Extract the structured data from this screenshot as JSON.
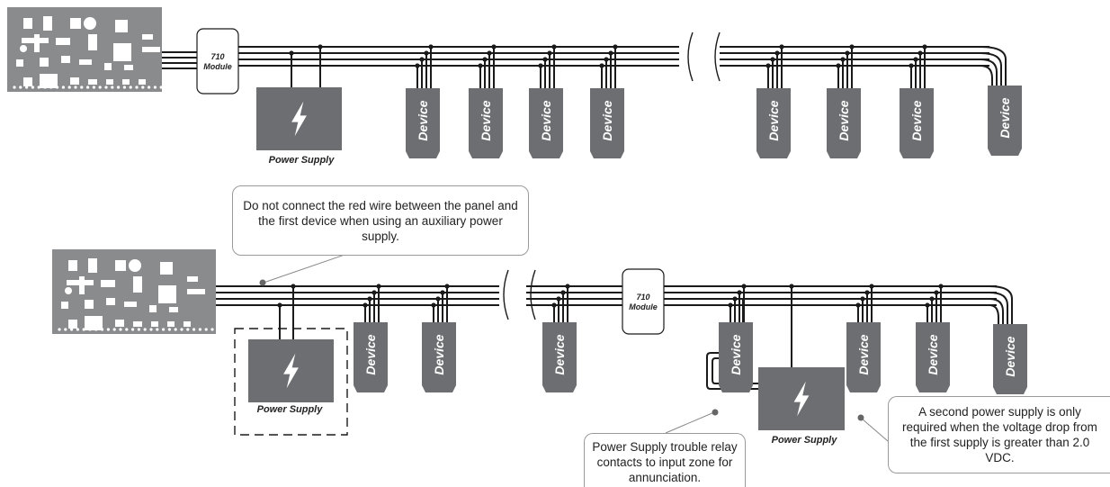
{
  "labels": {
    "module": [
      "710",
      "Module"
    ],
    "device": "Device",
    "power_supply": "Power Supply"
  },
  "notes": {
    "red_wire": "Do not connect the red wire between the panel and the first device when using an auxiliary power supply.",
    "trouble_relay": "Power Supply trouble relay contacts to input zone for annunciation.",
    "second_supply": "A second power supply is only required when the voltage drop from the first supply is greater than 2.0 VDC."
  },
  "colors": {
    "device_fill": "#6d6e71",
    "panel_fill": "#8a8b8d",
    "wire": "#1a1a1a",
    "callout_border": "#9a9a9a"
  },
  "icons": {
    "power": "lightning-bolt-icon"
  }
}
